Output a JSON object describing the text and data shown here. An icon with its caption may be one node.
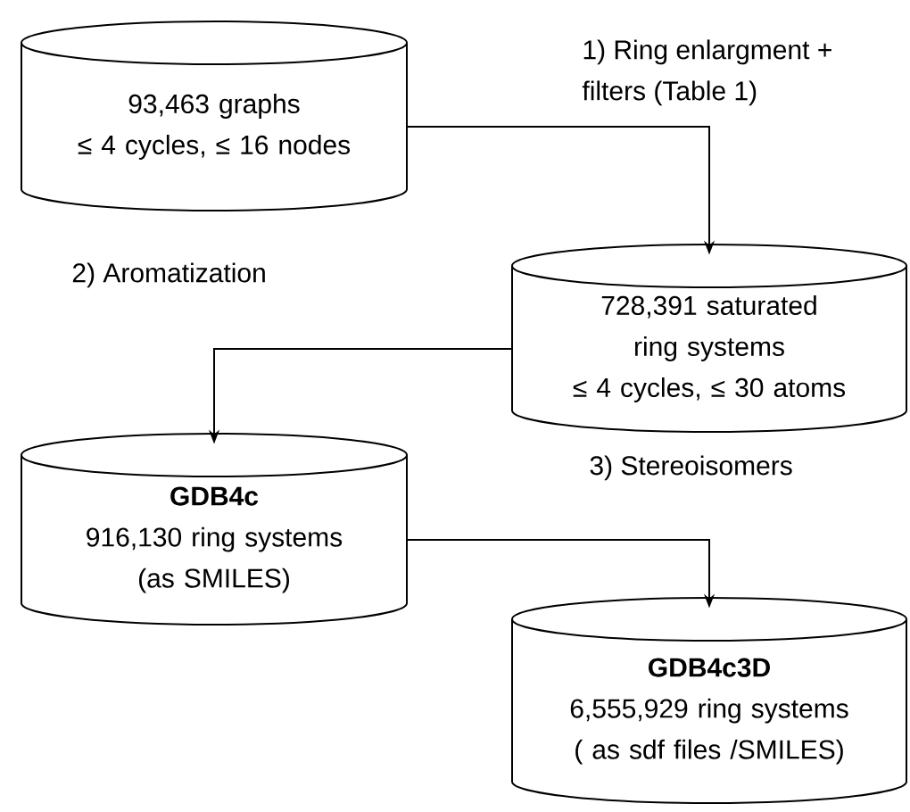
{
  "diagram": {
    "nodes": [
      {
        "text": [
          "93,463 graphs",
          "≤ 4 cycles, ≤ 16 nodes"
        ]
      },
      {
        "text": [
          "728,391 saturated ring systems",
          "≤ 4 cycles, ≤ 30 atoms"
        ]
      },
      {
        "text": [
          "GDB4c",
          "916,130 ring systems (as SMILES)"
        ]
      },
      {
        "text": [
          "GDB4c3D",
          "6,555,929 ring systems ( as sdf files /SMILES)"
        ]
      }
    ],
    "edges": [
      {
        "from": 0,
        "to": 1,
        "arrow": "to",
        "label": "1) Ring enlargment + filters (Table 1)"
      },
      {
        "from": 1,
        "to": 2,
        "arrow": "to",
        "label": "2) Aromatization"
      },
      {
        "from": 2,
        "to": 3,
        "arrow": "to",
        "label": "3) Stereoisomers"
      }
    ]
  }
}
